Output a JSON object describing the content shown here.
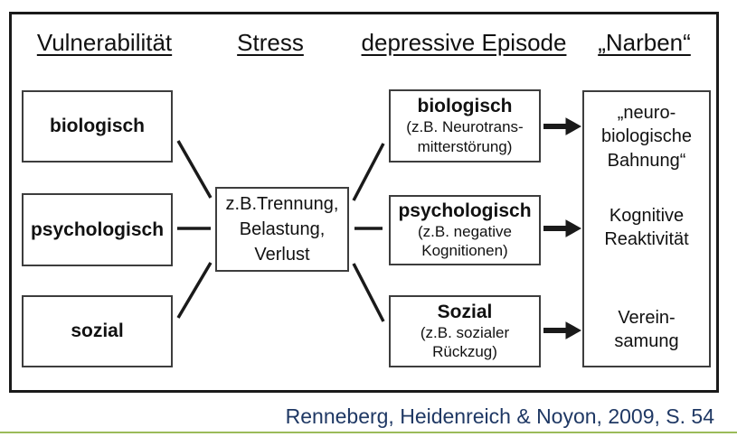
{
  "diagram": {
    "headers": {
      "vulnerability": "Vulnerabilität",
      "stress": "Stress",
      "episode": "depressive Episode",
      "narben": "„Narben“"
    },
    "vulnerability_boxes": {
      "biological": "biologisch",
      "psychological": "psychologisch",
      "social": "sozial"
    },
    "stress_box": "z.B.Trennung,\nBelastung,\nVerlust",
    "episode_boxes": {
      "biological": {
        "title": "biologisch",
        "subtitle": "(z.B. Neurotrans-\nmitterstörung)"
      },
      "psychological": {
        "title": "psychologisch",
        "subtitle": "(z.B. negative\nKognitionen)"
      },
      "social": {
        "title": "Sozial",
        "subtitle": "(z.B. sozialer\nRückzug)"
      }
    },
    "narben_items": {
      "neurobiological": "„neuro-\nbiologische\nBahnung“",
      "cognitive": "Kognitive\nReaktivität",
      "social": "Verein-\nsamung"
    }
  },
  "citation": "Renneberg, Heidenreich & Noyon, 2009, S. 54",
  "colors": {
    "text": "#111111",
    "box_border": "#3d3d3d",
    "frame_border": "#1a1a1a",
    "connector": "#1a1a1a",
    "citation_text": "#1F3864",
    "divider_green": "#9BBB59"
  }
}
